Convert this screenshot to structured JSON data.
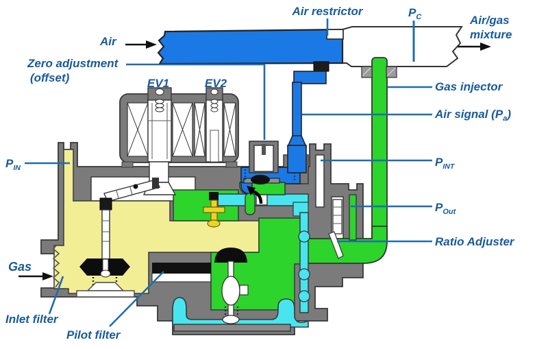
{
  "diagram": {
    "type": "pneumatic air/gas ratio valve cross-section",
    "labels": {
      "air": "Air",
      "air_restrictor": "Air restrictor",
      "pc": {
        "main": "P",
        "sub": "C"
      },
      "air_gas_mixture": {
        "line1": "Air/gas",
        "line2": "mixture"
      },
      "zero_adjustment": {
        "line1": "Zero adjustment",
        "line2": "(offset)"
      },
      "ev1": "EV1",
      "ev2": "EV2",
      "gas_injector": "Gas injector",
      "air_signal": {
        "prefix": "Air signal (P",
        "sub": "a",
        "suffix": ")"
      },
      "p_in": {
        "main": "P",
        "sub": "IN"
      },
      "p_int": {
        "main": "P",
        "sub": "INT"
      },
      "p_out": {
        "main": "P",
        "sub": "Out"
      },
      "ratio_adjuster": "Ratio Adjuster",
      "gas": "Gas",
      "inlet_filter": "Inlet filter",
      "pilot_filter": "Pilot filter"
    },
    "colors": {
      "air_blue": "#1b79e6",
      "gas_green": "#2cd42c",
      "signal_cyan": "#48e5ef",
      "inlet_yellow": "#f2ee96",
      "pilot_valve_gold": "#ecd426",
      "body_gray": "#7b7b7b",
      "label_text_blue": "#175a9e",
      "leader_line_blue": "#1f6cb0"
    }
  }
}
